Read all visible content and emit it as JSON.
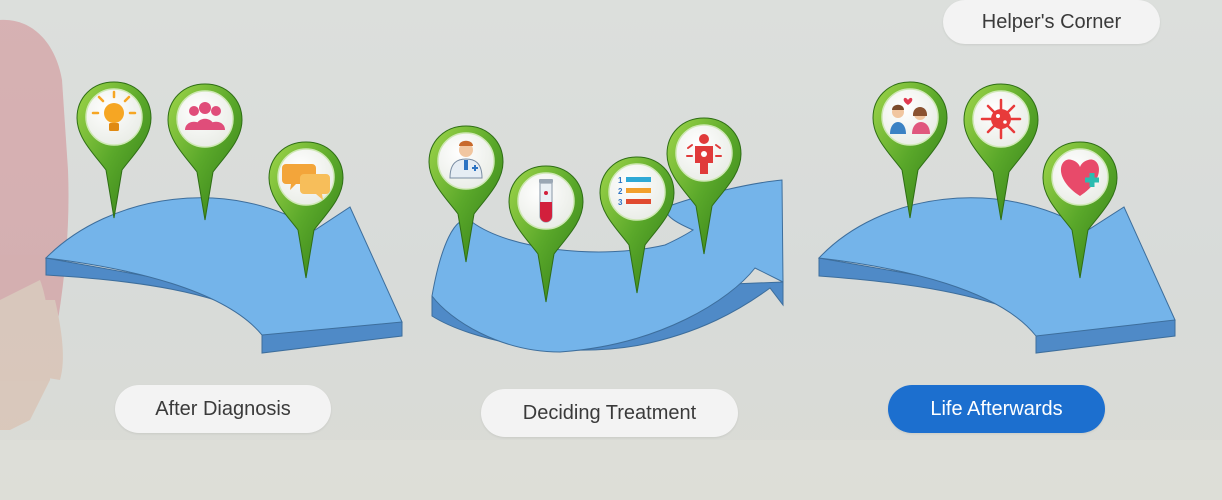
{
  "nav": {
    "helpers_corner": "Helper's Corner",
    "after_diagnosis": "After Diagnosis",
    "deciding_treatment": "Deciding Treatment",
    "life_afterwards": "Life Afterwards",
    "active": "life_afterwards"
  },
  "colors": {
    "arrow_fill": "#74b4ea",
    "arrow_side": "#4f8ac7",
    "pin_green": "#5aa82a",
    "active_pill": "#1c6fcf",
    "pill": "#f3f3f3"
  },
  "icons": [
    "lightbulb-icon",
    "people-group-icon",
    "chat-bubbles-icon",
    "doctor-icon",
    "test-tube-icon",
    "numbered-list-icon",
    "pain-icon",
    "family-icon",
    "virus-icon",
    "heart-plus-icon"
  ]
}
